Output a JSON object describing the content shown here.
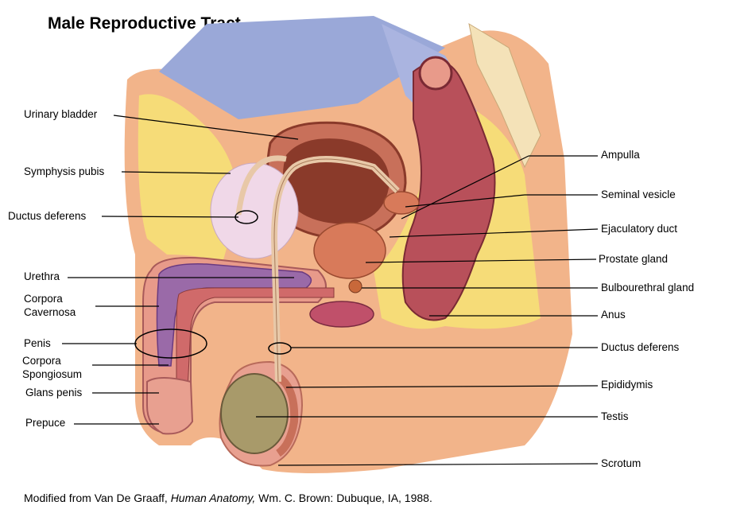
{
  "title": "Male Reproductive Tract",
  "labels": {
    "urinary_bladder": "Urinary bladder",
    "symphysis_pubis": "Symphysis pubis",
    "ductus_deferens_left": "Ductus deferens",
    "urethra": "Urethra",
    "corpora_cavernosa_1": "Corpora",
    "corpora_cavernosa_2": "Cavernosa",
    "penis": "Penis",
    "corpora_spongiosum_1": "Corpora",
    "corpora_spongiosum_2": "Spongiosum",
    "glans_penis": "Glans penis",
    "prepuce": "Prepuce",
    "ampulla": "Ampulla",
    "seminal_vesicle": "Seminal vesicle",
    "ejaculatory_duct": "Ejaculatory duct",
    "prostate_gland": "Prostate gland",
    "bulbourethral_gland": "Bulbourethral gland",
    "anus": "Anus",
    "ductus_deferens_right": "Ductus deferens",
    "epididymis": "Epididymis",
    "testis": "Testis",
    "scrotum": "Scrotum"
  },
  "caption": {
    "prefix": "Modified from Van De Graaff, ",
    "book": "Human Anatomy,",
    "suffix": " Wm. C. Brown: Dubuque, IA, 1988."
  },
  "colors": {
    "skin": "#f2b48a",
    "fat": "#f6dc78",
    "tissue_pink": "#e89a8a",
    "muscle": "#b8505a",
    "erectile_purple": "#9a6aa8",
    "bone_pale": "#f0d8e8",
    "sky_blue": "#9aa8d8",
    "testis_olive": "#a89a6a"
  }
}
